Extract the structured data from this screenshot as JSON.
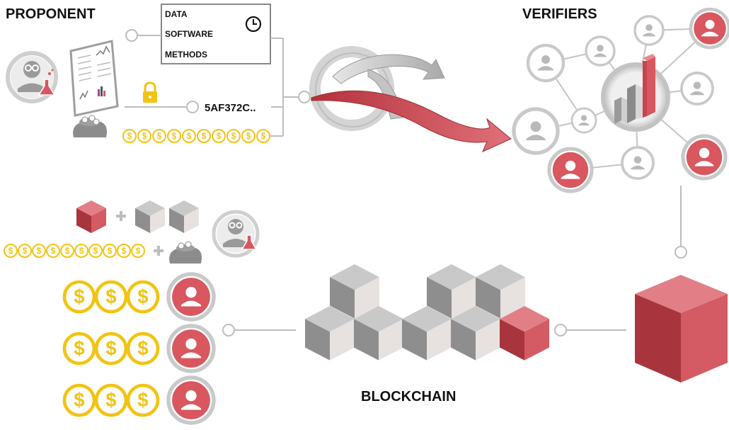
{
  "sections": {
    "proponent": "PROPONENT",
    "verifiers": "VERIFIERS",
    "blockchain": "BLOCKCHAIN"
  },
  "submission_box": {
    "items": [
      "DATA",
      "SOFTWARE",
      "METHODS"
    ]
  },
  "hash_value": "5AF372C..",
  "coin_symbol": "$",
  "colors": {
    "accent_red": "#d9575f",
    "gray": "#c9c9c9",
    "dark_gray": "#8c8c8c",
    "gold": "#f2c311",
    "line": "#bdbdbd"
  },
  "icons": [
    "scientist-icon",
    "flask-icon",
    "document-icon",
    "money-bag-icon",
    "lock-icon",
    "coin-icon",
    "clock-icon",
    "exchange-arrows-icon",
    "verifier-user-icon",
    "bar-chart-icon",
    "block-cube-icon"
  ]
}
